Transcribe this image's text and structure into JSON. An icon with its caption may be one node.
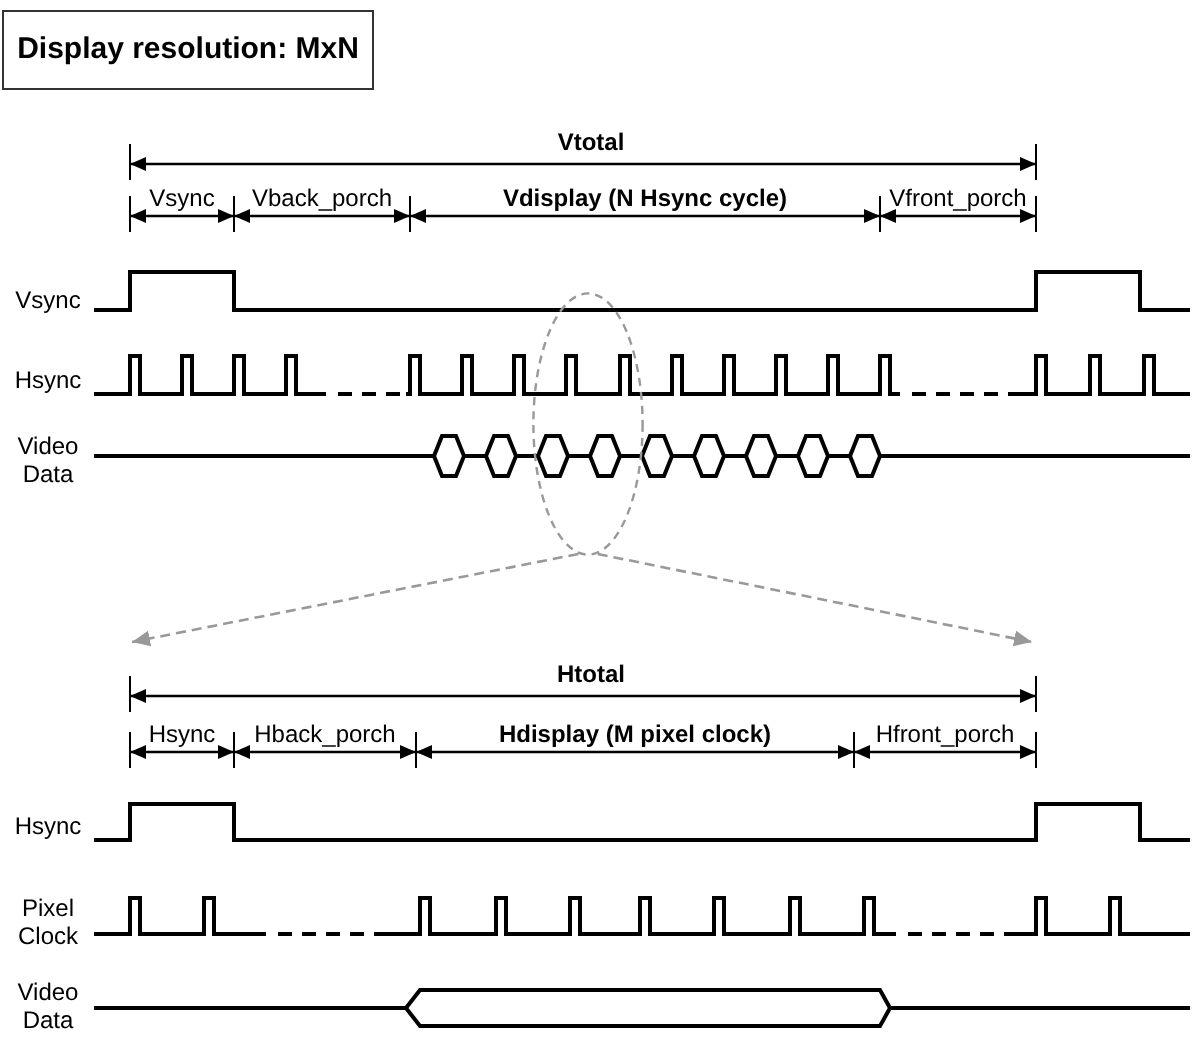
{
  "diagram": {
    "nodes": [
      {
        "text": [
          "Display resolution: MxN"
        ]
      },
      {
        "text": [],
        "shape": "ellipse"
      }
    ],
    "edges": [
      {
        "from": 1,
        "to": null,
        "arrow": "to",
        "style": "dashed",
        "color": "#999999"
      },
      {
        "from": 1,
        "to": null,
        "arrow": "to",
        "style": "dashed",
        "color": "#999999"
      }
    ],
    "labels": [
      "Vtotal",
      "Vsync",
      "Vback_porch",
      "Vdisplay (N Hsync cycle)",
      "Vfront_porch",
      "Vsync",
      "Hsync",
      "Video Data",
      "Htotal",
      "Hsync",
      "Hback_porch",
      "Hdisplay (M pixel clock)",
      "Hfront_porch",
      "Hsync",
      "Pixel Clock",
      "Video Data"
    ]
  }
}
